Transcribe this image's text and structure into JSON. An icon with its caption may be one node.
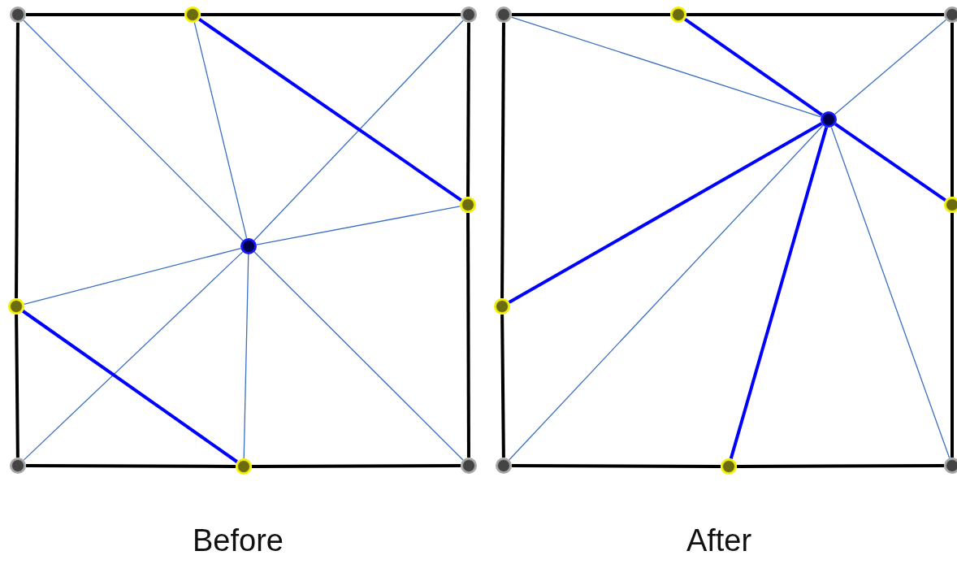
{
  "diagram": {
    "nodes": [
      {
        "text": [],
        "shape": "circle"
      },
      {
        "text": [],
        "shape": "circle"
      },
      {
        "text": [],
        "shape": "circle"
      },
      {
        "text": [],
        "shape": "circle"
      },
      {
        "text": [],
        "shape": "circle"
      },
      {
        "text": [],
        "shape": "circle"
      },
      {
        "text": [],
        "shape": "circle"
      },
      {
        "text": [],
        "shape": "circle"
      },
      {
        "text": [],
        "shape": "circle"
      },
      {
        "text": [],
        "shape": "circle"
      },
      {
        "text": [],
        "shape": "circle"
      },
      {
        "text": [],
        "shape": "circle"
      },
      {
        "text": [],
        "shape": "circle"
      },
      {
        "text": [],
        "shape": "circle"
      },
      {
        "text": [],
        "shape": "circle"
      },
      {
        "text": [],
        "shape": "circle"
      },
      {
        "text": [],
        "shape": "circle"
      },
      {
        "text": [],
        "shape": "circle"
      }
    ],
    "edges": [
      {
        "from": 0,
        "to": 1,
        "arrow": "none"
      },
      {
        "from": 1,
        "to": 2,
        "arrow": "none"
      },
      {
        "from": 2,
        "to": 3,
        "arrow": "none"
      },
      {
        "from": 3,
        "to": 8,
        "arrow": "none"
      },
      {
        "from": 8,
        "to": 7,
        "arrow": "none"
      },
      {
        "from": 7,
        "to": 6,
        "arrow": "none"
      },
      {
        "from": 6,
        "to": 5,
        "arrow": "none"
      },
      {
        "from": 5,
        "to": 0,
        "arrow": "none"
      },
      {
        "from": 4,
        "to": 0,
        "arrow": "none",
        "color": "#3b6fc2"
      },
      {
        "from": 4,
        "to": 1,
        "arrow": "none",
        "color": "#3b6fc2"
      },
      {
        "from": 4,
        "to": 2,
        "arrow": "none",
        "color": "#3b6fc2"
      },
      {
        "from": 4,
        "to": 3,
        "arrow": "none",
        "color": "#3b6fc2"
      },
      {
        "from": 4,
        "to": 8,
        "arrow": "none",
        "color": "#3b6fc2"
      },
      {
        "from": 4,
        "to": 7,
        "arrow": "none",
        "color": "#3b6fc2"
      },
      {
        "from": 4,
        "to": 6,
        "arrow": "none",
        "color": "#3b6fc2"
      },
      {
        "from": 4,
        "to": 5,
        "arrow": "none",
        "color": "#3b6fc2"
      },
      {
        "from": 1,
        "to": 3,
        "arrow": "none",
        "color": "#0000ff"
      },
      {
        "from": 5,
        "to": 7,
        "arrow": "none",
        "color": "#0000ff"
      },
      {
        "from": 9,
        "to": 10,
        "arrow": "none"
      },
      {
        "from": 10,
        "to": 11,
        "arrow": "none"
      },
      {
        "from": 11,
        "to": 13,
        "arrow": "none"
      },
      {
        "from": 13,
        "to": 17,
        "arrow": "none"
      },
      {
        "from": 17,
        "to": 16,
        "arrow": "none"
      },
      {
        "from": 16,
        "to": 15,
        "arrow": "none"
      },
      {
        "from": 15,
        "to": 14,
        "arrow": "none"
      },
      {
        "from": 14,
        "to": 9,
        "arrow": "none"
      },
      {
        "from": 12,
        "to": 9,
        "arrow": "none",
        "color": "#3b6fc2"
      },
      {
        "from": 12,
        "to": 11,
        "arrow": "none",
        "color": "#3b6fc2"
      },
      {
        "from": 12,
        "to": 15,
        "arrow": "none",
        "color": "#3b6fc2"
      },
      {
        "from": 12,
        "to": 17,
        "arrow": "none",
        "color": "#3b6fc2"
      },
      {
        "from": 12,
        "to": 10,
        "arrow": "none",
        "color": "#0000ff"
      },
      {
        "from": 12,
        "to": 13,
        "arrow": "none",
        "color": "#0000ff"
      },
      {
        "from": 12,
        "to": 14,
        "arrow": "none",
        "color": "#0000ff"
      },
      {
        "from": 12,
        "to": 16,
        "arrow": "none",
        "color": "#0000ff"
      }
    ],
    "labels": [
      "Before",
      "After"
    ]
  }
}
